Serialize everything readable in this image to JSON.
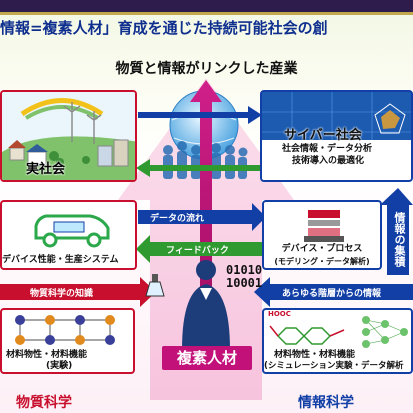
{
  "header": {
    "title": "情報=複素人材」育成を通じた持続可能社会の創"
  },
  "diagram": {
    "top_title": "物質と情報がリンクした産業",
    "real_society": "実社会",
    "cyber_society": {
      "title": "サイバー社会",
      "line1": "社会情報・データ分析",
      "line2": "技術導入の最適化"
    },
    "device_system": "デバイス性能・生産システム",
    "device_process": {
      "line1": "デバイス・プロセス",
      "line2": "(モデリング・データ解析)"
    },
    "info_accumulation": "情報の集積",
    "data_flow": "データの流れ",
    "feedback": "フィードバック",
    "materials_knowledge": "物質科学の知識",
    "all_levels_info": "あらゆる階層からの情報",
    "binary_line1": "01010",
    "binary_line2": "10001",
    "materials_left": {
      "line1": "材料物性・材料機能",
      "line2": "(実験)"
    },
    "materials_right": {
      "line1": "材料物性・材料機能",
      "line2": "(シミュレーション実験・データ解析"
    },
    "hooc": "HOOC",
    "center_person": "複素人材",
    "bottom_left": "物質科学",
    "bottom_right": "情報科学"
  },
  "colors": {
    "red": "#c8102e",
    "blue": "#123fa6",
    "green": "#2f9a2f",
    "magenta": "#c2127a",
    "navy_title": "#0f2f8f"
  }
}
